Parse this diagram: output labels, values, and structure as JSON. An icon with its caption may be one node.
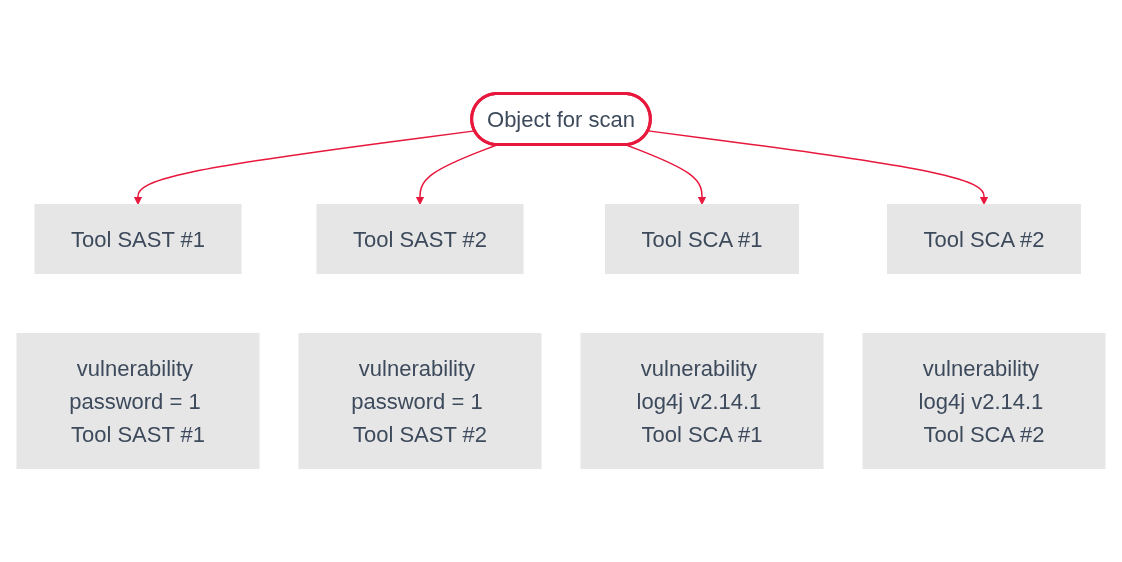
{
  "diagram": {
    "nodes": [
      {
        "text": [
          "Object for scan"
        ]
      },
      {
        "text": [
          "Tool SAST #1"
        ]
      },
      {
        "text": [
          "Tool SAST #2"
        ]
      },
      {
        "text": [
          "Tool SCA #1"
        ]
      },
      {
        "text": [
          "Tool SCA #2"
        ]
      },
      {
        "text": [
          "vulnerability password = 1 Tool SAST #1"
        ]
      },
      {
        "text": [
          "vulnerability password = 1 Tool SAST #2"
        ]
      },
      {
        "text": [
          "vulnerability log4j v2.14.1 Tool SCA #1"
        ]
      },
      {
        "text": [
          "vulnerability log4j v2.14.1 Tool SCA #2"
        ]
      }
    ],
    "edges": [
      {
        "from": 0,
        "to": 1,
        "arrow": "to",
        "color": "#e8173c"
      },
      {
        "from": 0,
        "to": 2,
        "arrow": "to",
        "color": "#e8173c"
      },
      {
        "from": 0,
        "to": 3,
        "arrow": "to",
        "color": "#e8173c"
      },
      {
        "from": 0,
        "to": 4,
        "arrow": "to",
        "color": "#e8173c"
      }
    ]
  }
}
